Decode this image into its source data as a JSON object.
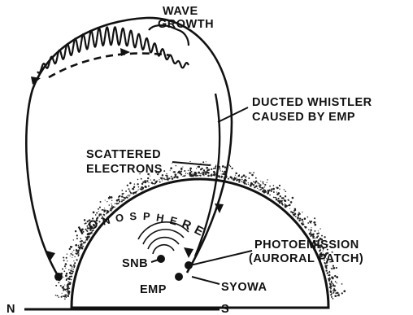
{
  "labels": {
    "wave_growth_line1": "WAVE",
    "wave_growth_line2": "GROWTH",
    "ducted_line1": "DUCTED WHISTLER",
    "ducted_line2": "CAUSED BY EMP",
    "scattered_line1": "SCATTERED",
    "scattered_line2": "ELECTRONS",
    "photo_line1": "PHOTOEMISSION",
    "photo_line2": "(AURORAL PATCH)",
    "snb": "SNB",
    "emp": "EMP",
    "syowa": "SYOWA",
    "north": "N",
    "south": "S"
  },
  "ionosphere_letters": [
    "I",
    "O",
    "N",
    "O",
    "S",
    "P",
    "H",
    "E",
    "R",
    "E"
  ]
}
